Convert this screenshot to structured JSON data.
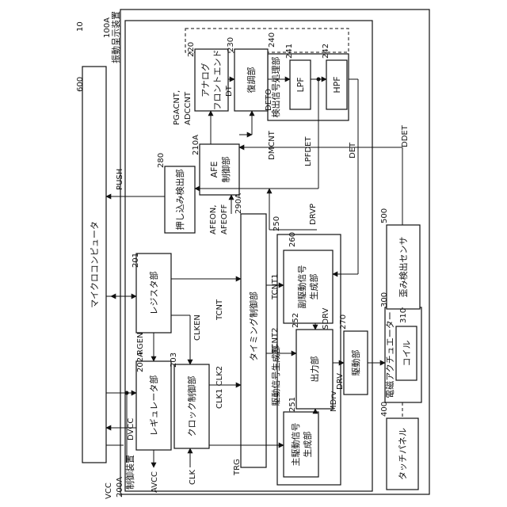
{
  "refs": {
    "system": "10",
    "device": "100A",
    "control": "200A",
    "regulator": "202A",
    "register": "201",
    "clock": "203",
    "timing_frame": "250",
    "main_gen": "251",
    "output": "252",
    "sub_gen": "260",
    "drive": "270",
    "afe_ctrl": "210A",
    "afe": "220",
    "demod": "230",
    "det_proc": "240",
    "lpf": "241",
    "hpf": "242",
    "push_det": "280",
    "timing_ctrl": "290A",
    "actuator": "300",
    "coil": "310",
    "touch": "400",
    "strain": "500",
    "mcu": "600"
  },
  "blocks": {
    "device": "振動呈示装置",
    "control": "制御装置",
    "mcu": "マイクロコンピュータ",
    "register": "レジスタ部",
    "regulator": "レギュレータ部",
    "clock": "クロック制御部",
    "timing_ctrl": "タイミング制御部",
    "drive_gen_group": "駆動信号生成部",
    "main_gen_1": "主駆動信号",
    "main_gen_2": "生成部",
    "sub_gen_1": "副駆動信号",
    "sub_gen_2": "生成部",
    "output": "出力部",
    "drive": "駆動部",
    "push_det": "押し込み検出部",
    "afe_ctrl_1": "AFE",
    "afe_ctrl_2": "制御部",
    "afe_1": "アナログ",
    "afe_2": "フロントエンド",
    "demod": "復調部",
    "det_proc": "検出信号処理部",
    "lpf": "LPF",
    "hpf": "HPF",
    "touch": "タッチパネル",
    "actuator": "電磁アクチュエーター",
    "coil": "コイル",
    "strain": "歪み検出センサ"
  },
  "signals": {
    "vcc": "VCC",
    "dvcc": "DVCC",
    "avcc": "AVCC",
    "rgen": "RGEN",
    "clken": "CLKEN",
    "clk": "CLK",
    "clk1_clk2": "CLK1 CLK2",
    "trg": "TRG",
    "tcnt": "TCNT",
    "tcnt1": "TCNT1",
    "tcnt2": "TCNT2",
    "sdrv": "SDRV",
    "mdrv": "MDrv",
    "drv": "DRV",
    "push": "PUSH",
    "drvp": "DRVP",
    "afeon": "AFEON,",
    "afeoff": "AFEOFF",
    "pgacnt": "PGACNT,",
    "adccnt": "ADCCNT",
    "dt": "DT",
    "deto": "DETO",
    "dmcnt": "DMCNT",
    "lpfdet": "LPFDET",
    "det": "DET",
    "ddet": "DDET"
  }
}
